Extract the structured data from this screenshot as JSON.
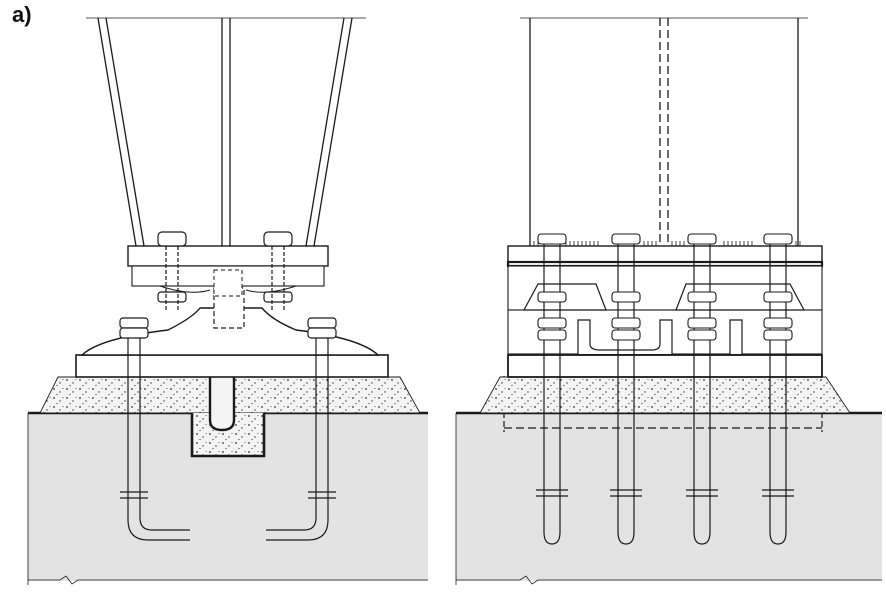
{
  "figure": {
    "panel_label": "a)",
    "views": [
      "front-view",
      "side-view"
    ]
  },
  "colors": {
    "ink": "#1a1a1a",
    "ground": "#e3e3e3",
    "concrete": "#f4f4f4",
    "background": "#ffffff"
  }
}
